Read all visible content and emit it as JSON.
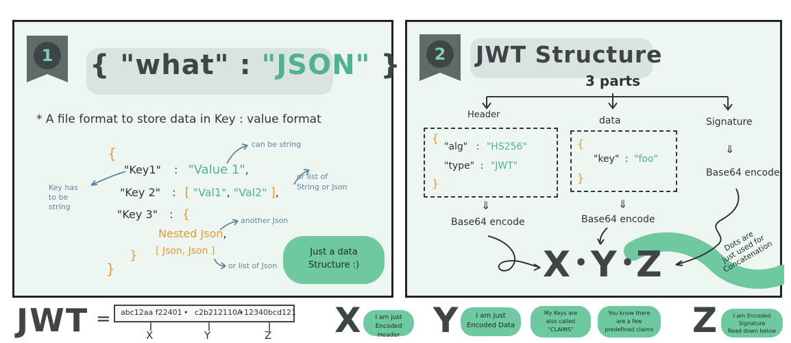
{
  "panel1": {
    "badge": "1",
    "title_open": "{",
    "title_key": "\"what\"",
    "title_colon": ":",
    "title_value": "\"JSON\"",
    "title_close": "}",
    "definition": "* A file format to store data in Key : value format",
    "code": {
      "open_brace": "{",
      "key1": "\"Key1\"",
      "colon1": ":",
      "value1": "\"Value 1\"",
      "comma1": ",",
      "key2": "\"Key 2\"",
      "colon2": ":",
      "arr_open": "[",
      "val1": "\"Val1\"",
      "arr_comma": ",",
      "val2": "\"Val2\"",
      "arr_close": "]",
      "comma2": ",",
      "key3": "\"Key 3\"",
      "colon3": ":",
      "inner_open": "{",
      "nested": "Nested Json",
      "nested_comma": ",",
      "json_list": "[ Json, Json ]",
      "inner_close": "}",
      "close_brace": "}"
    },
    "notes": {
      "key_has": [
        "Key has",
        "to be",
        "string"
      ],
      "can_be_string": "can be string",
      "or_list_of": [
        "or list of",
        "String or Json"
      ],
      "another_json": "another Json",
      "or_list_of_json": "or list of Json"
    },
    "bubble": [
      "Just a data",
      "Structure :)"
    ]
  },
  "panel2": {
    "badge": "2",
    "title": "JWT Structure",
    "subtitle": "3 parts",
    "header_label": "Header",
    "data_label": "data",
    "signature_label": "Signature",
    "header_box": {
      "open": "{",
      "alg_key": "\"alg\"",
      "alg_colon": ":",
      "alg_value": "\"HS256\"",
      "type_key": "\"type\"",
      "type_colon": ":",
      "type_value": "\"JWT\"",
      "close": "}"
    },
    "data_box": {
      "open": "{",
      "key": "\"key\"",
      "colon": ":",
      "value": "\"foo\"",
      "close": "}"
    },
    "encode_header": "Base64 encode",
    "encode_data": "Base64 encode",
    "encode_sig": "Base64 encode",
    "arrow_symbol": "⇓",
    "xyz": [
      "X",
      "Y",
      "Z"
    ],
    "dot": "•",
    "dots_note": [
      "Dots are",
      "just used for",
      "Concatenation"
    ]
  },
  "bottom": {
    "jwt": "JWT",
    "equals": "=",
    "segments": [
      "abc12aa f22401",
      "c2b212110A",
      "12340bcd121"
    ],
    "separator": "•",
    "letters": [
      "X",
      "Y",
      "Z"
    ],
    "x_big": "X",
    "x_note": [
      "I am just",
      "Encoded Header"
    ],
    "y_big": "Y",
    "y_note": [
      "I am just",
      "Encoded Data"
    ],
    "claims_note": [
      "My Keys are",
      "also called",
      "\"CLAIMS\""
    ],
    "predefined_note": [
      "You know there",
      "are a few",
      "predefined claims"
    ],
    "z_big": "Z",
    "z_note": [
      "I am Encoded",
      "Signature",
      "Read down below"
    ]
  },
  "colors": {
    "accent_green": "#6ec9a0",
    "text_green": "#4fb392",
    "orange": "#e59a2b",
    "note_blue": "#5d86a0",
    "panel_bg": "#eef6f2",
    "badge_dark": "#3f4446"
  }
}
